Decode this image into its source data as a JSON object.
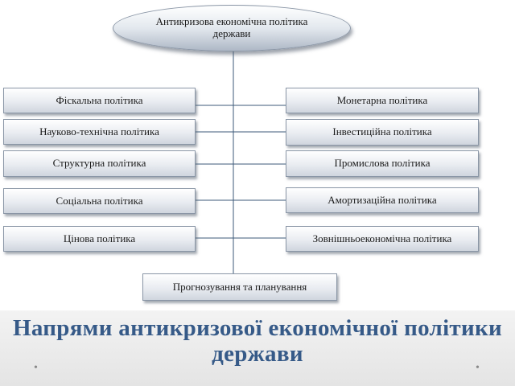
{
  "diagram": {
    "root": "Антикризова економічна політика держави",
    "left_items": [
      "Фіскальна політика",
      "Науково-технічна політика",
      "Структурна політика",
      "Соціальна політика",
      "Цінова політика"
    ],
    "right_items": [
      "Монетарна політика",
      "Інвестиційна політика",
      "Промислова політика",
      "Амортизаційна політика",
      "Зовнішньоекономічна політика"
    ],
    "bottom": "Прогнозування та планування"
  },
  "slide": {
    "title": "Напрями антикризової економічної політики держави",
    "bullet_left": "•",
    "bullet_right": "•"
  }
}
